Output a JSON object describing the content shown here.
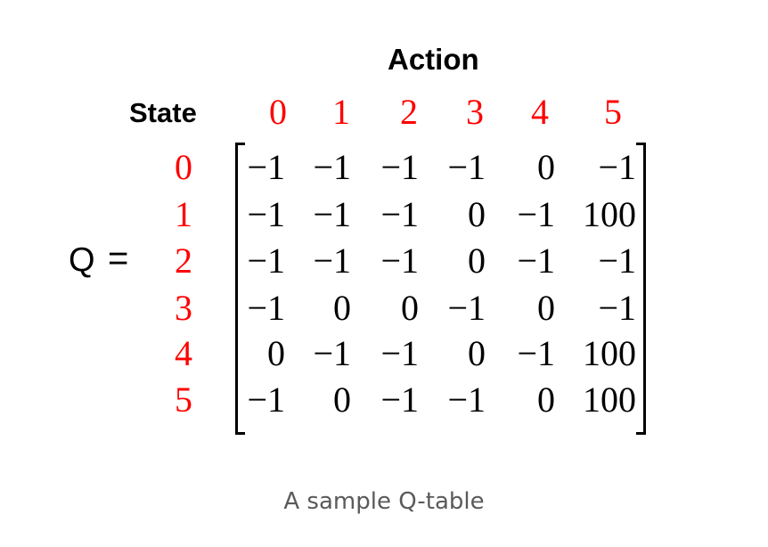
{
  "axis": {
    "action": "Action",
    "state": "State"
  },
  "q_label": "Q",
  "equals": "=",
  "actions": [
    "0",
    "1",
    "2",
    "3",
    "4",
    "5"
  ],
  "states": [
    "0",
    "1",
    "2",
    "3",
    "4",
    "5"
  ],
  "matrix": [
    [
      "−1",
      "−1",
      "−1",
      "−1",
      "0",
      "−1"
    ],
    [
      "−1",
      "−1",
      "−1",
      "0",
      "−1",
      "100"
    ],
    [
      "−1",
      "−1",
      "−1",
      "0",
      "−1",
      "−1"
    ],
    [
      "−1",
      "0",
      "0",
      "−1",
      "0",
      "−1"
    ],
    [
      "0",
      "−1",
      "−1",
      "0",
      "−1",
      "100"
    ],
    [
      "−1",
      "0",
      "−1",
      "−1",
      "0",
      "100"
    ]
  ],
  "caption": "A sample Q-table",
  "colors": {
    "header": "#ff0000",
    "text": "#000000",
    "caption": "#5a5a5a"
  }
}
